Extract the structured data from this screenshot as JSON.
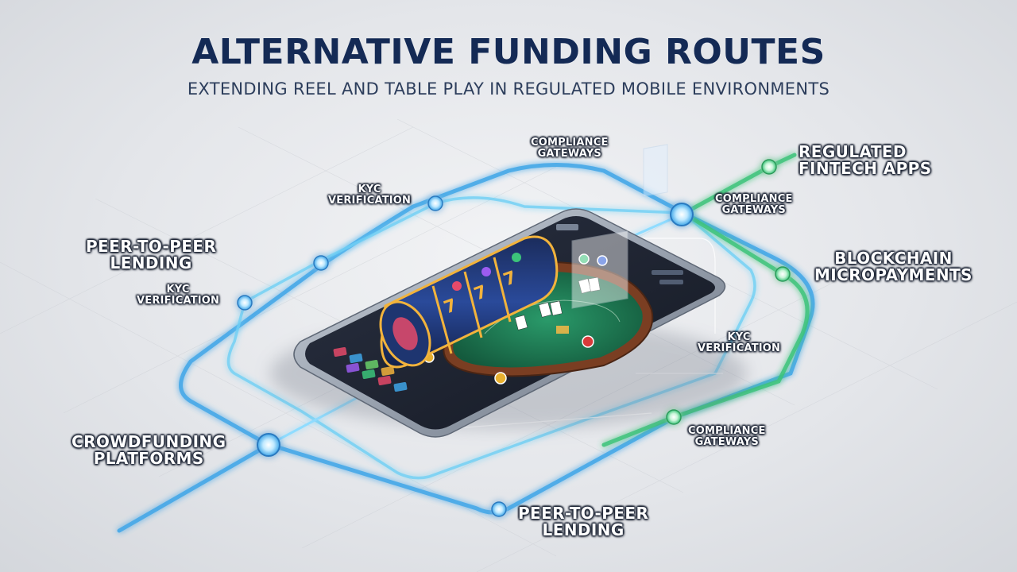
{
  "header": {
    "title": "ALTERNATIVE FUNDING ROUTES",
    "subtitle": "EXTENDING REEL AND TABLE PLAY IN REGULATED MOBILE ENVIRONMENTS"
  },
  "labels": {
    "compliance_top": [
      "COMPLIANCE",
      "GATEWAYS"
    ],
    "regulated_fintech": [
      "REGULATED",
      "FINTECH APPS"
    ],
    "compliance_right_top": [
      "COMPLIANCE",
      "GATEWAYS"
    ],
    "kyc_top": [
      "KYC",
      "VERIFICATION"
    ],
    "p2p_left": [
      "PEER-TO-PEER",
      "LENDING"
    ],
    "blockchain": [
      "BLOCKCHAIN",
      "MICROPAYMENTS"
    ],
    "kyc_left": [
      "KYC",
      "VERIFICATION"
    ],
    "kyc_right": [
      "KYC",
      "VERIFICATION"
    ],
    "crowdfunding": [
      "CROWDFUNDING",
      "PLATFORMS"
    ],
    "compliance_bottom": [
      "COMPLIANCE",
      "GATEWAYS"
    ],
    "p2p_bottom": [
      "PEER-TO-PEER",
      "LENDING"
    ]
  },
  "colors": {
    "route_blue": "#3fa6e8",
    "route_cyan": "#6fd0f5",
    "route_green": "#3cc47a",
    "device_dark": "#1d2230",
    "felt_green": "#1f7a55",
    "title_navy": "#142a55"
  },
  "icons": {
    "device": "tablet-icon",
    "slot_reels": "slot-reels-icon",
    "card_table": "card-table-icon",
    "node": "route-node-icon"
  }
}
